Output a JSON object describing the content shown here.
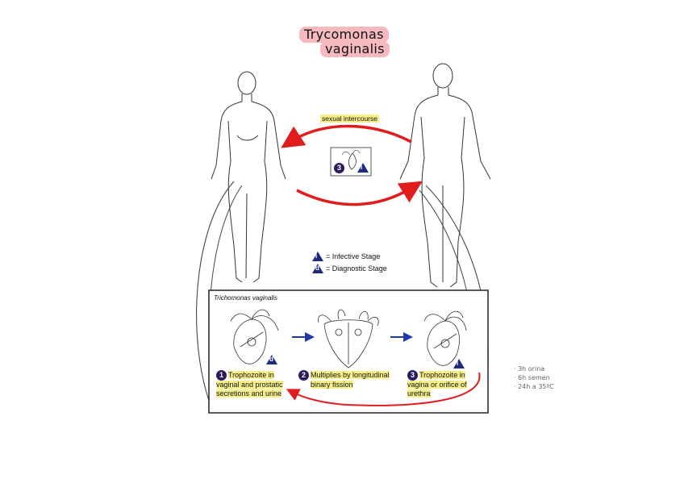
{
  "title": {
    "line1": "Trycomonas",
    "line2": "vaginalis"
  },
  "transmission_label": "sexual intercourse",
  "center_badge": {
    "step": "3",
    "stage": "i"
  },
  "legend": [
    {
      "symbol": "i",
      "text": "= Infective Stage"
    },
    {
      "symbol": "d",
      "text": "= Diagnostic Stage"
    }
  ],
  "panel": {
    "title": "Trichomonas vaginalis",
    "steps": [
      {
        "num": "1",
        "badge": "d",
        "text_line1": "Trophozoite in",
        "text_rest": "vaginal and prostatic secretions and urine"
      },
      {
        "num": "2",
        "text_line1": "Multiplies by longitudinal",
        "text_rest": "binary fission"
      },
      {
        "num": "3",
        "badge": "i",
        "text_line1": "Trophozoite in",
        "text_rest": "vagina or orifice of urethra"
      }
    ]
  },
  "notes": [
    "· 3h orina",
    "· 6h semen",
    "· 24h a 35ºC"
  ],
  "colors": {
    "cycle_arrow": "#e01c1c",
    "step_arrow": "#1d3aa8",
    "highlight": "#f7f08a",
    "title_bg": "#f6b9bd"
  }
}
